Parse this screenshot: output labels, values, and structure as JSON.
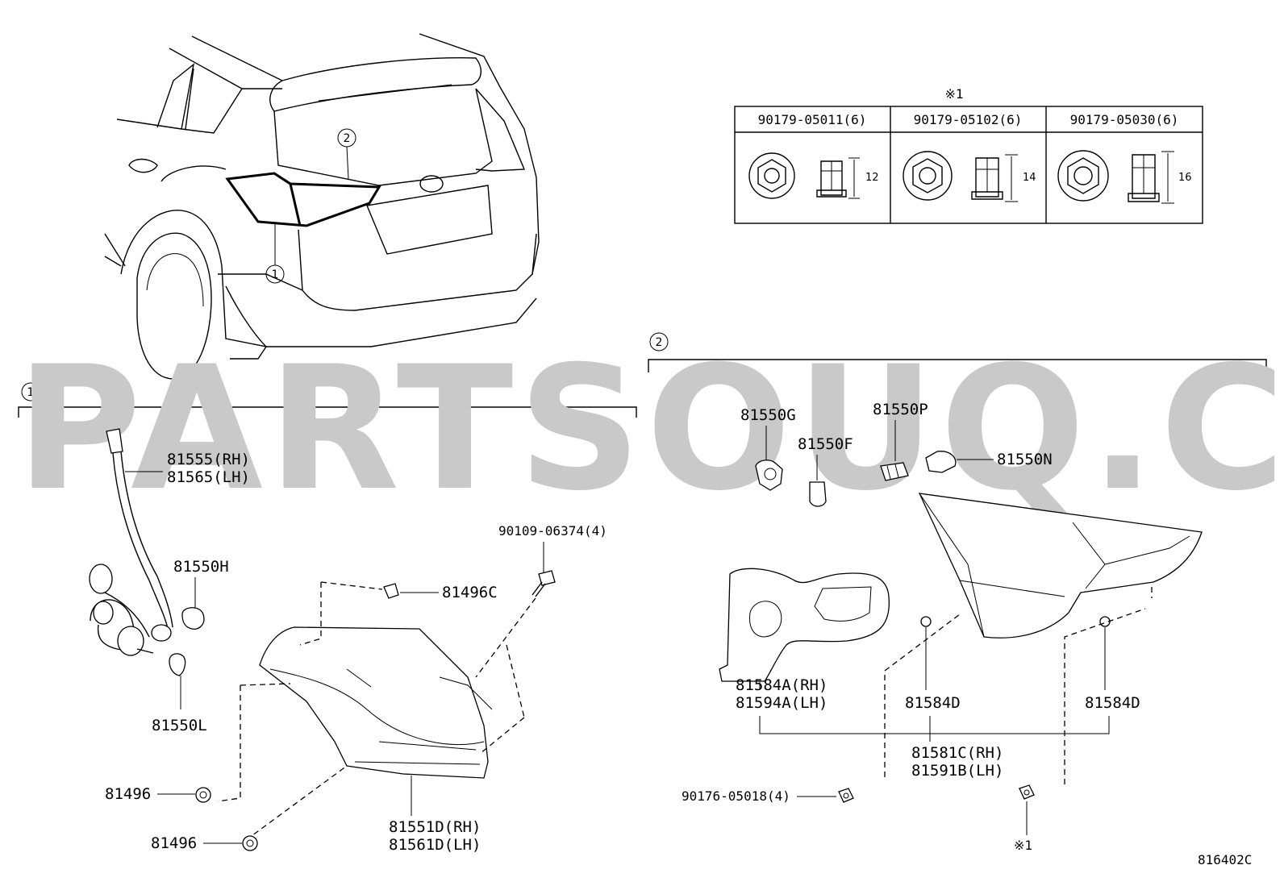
{
  "watermark": "PARTSOUQ.COM",
  "figure_code": "816402C",
  "callouts": {
    "c1": "1",
    "c2": "2",
    "star1": "※1"
  },
  "bolt_table": {
    "title": "※1",
    "columns": [
      {
        "part": "90179-05011(6)",
        "size": "12"
      },
      {
        "part": "90179-05102(6)",
        "size": "14"
      },
      {
        "part": "90179-05030(6)",
        "size": "16"
      }
    ]
  },
  "group1_parts": {
    "harness_rh": "81555(RH)",
    "harness_lh": "81565(LH)",
    "bulb_h": "81550H",
    "bulb_l": "81550L",
    "bolt_90109": "90109-06374(4)",
    "clip_81496c": "81496C",
    "clip_81496_a": "81496",
    "clip_81496_b": "81496",
    "lamp_rh": "81551D(RH)",
    "lamp_lh": "81561D(LH)"
  },
  "group2_parts": {
    "socket_g": "81550G",
    "bulb_f": "81550F",
    "socket_p": "81550P",
    "bulb_n": "81550N",
    "gasket_rh": "81584A(RH)",
    "gasket_lh": "81594A(LH)",
    "cushion_d1": "81584D",
    "cushion_d2": "81584D",
    "lamp_rh": "81581C(RH)",
    "lamp_lh": "81591B(LH)",
    "nut_90176": "90176-05018(4)",
    "star_ref": "※1"
  }
}
